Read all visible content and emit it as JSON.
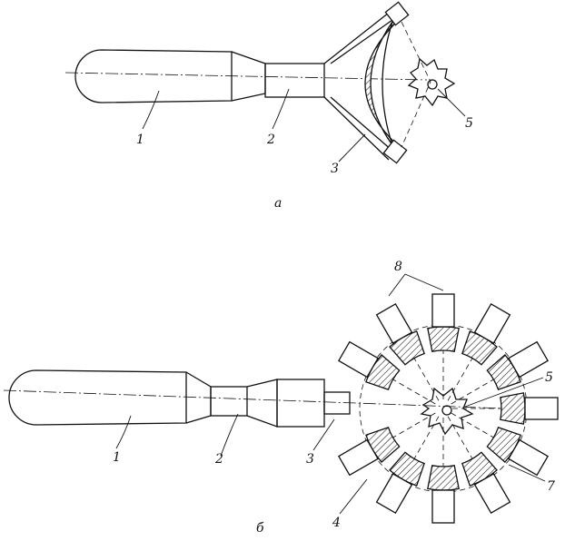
{
  "figure_a": {
    "caption": "а",
    "labels": {
      "p1": "1",
      "p2": "2",
      "p3": "3",
      "p5": "5"
    }
  },
  "figure_b": {
    "caption": "б",
    "labels": {
      "p1": "1",
      "p2": "2",
      "p3": "3",
      "p4": "4",
      "p5": "5",
      "p7": "7",
      "p8": "8"
    }
  }
}
